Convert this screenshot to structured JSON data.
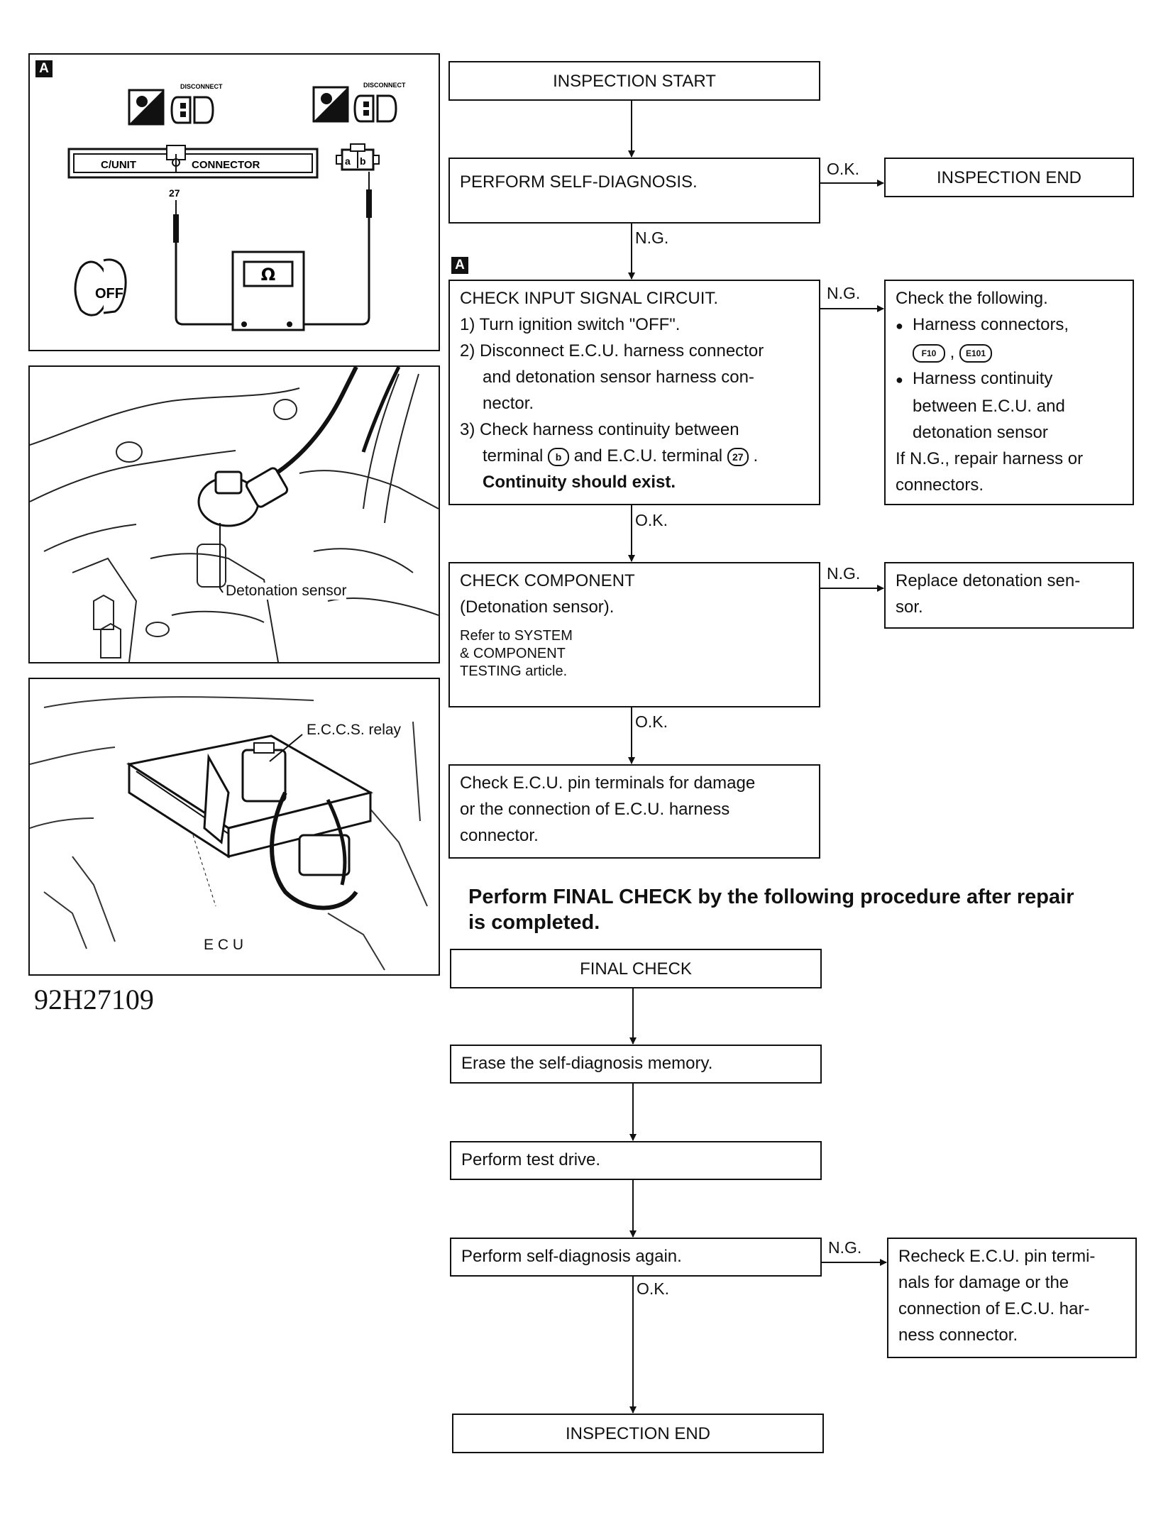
{
  "panel_a": {
    "marker": "A",
    "cunit_label": "C/UNIT",
    "connector_label": "CONNECTOR",
    "disconnect_label": "DISCONNECT",
    "terminal": "27",
    "plug_terms": [
      "a",
      "b"
    ],
    "meter_symbol": "Ω",
    "key_label": "OFF"
  },
  "panel_b": {
    "callout": "Detonation sensor"
  },
  "panel_c": {
    "callout_relay": "E.C.C.S. relay",
    "callout_ecu": "E C U"
  },
  "figure_id": "92H27109",
  "flow": {
    "start": "INSPECTION START",
    "self_diag": "PERFORM SELF-DIAGNOSIS.",
    "ok": "O.K.",
    "ng": "N.G.",
    "end_top": "INSPECTION END",
    "marker": "A",
    "check_input": {
      "title": "CHECK INPUT SIGNAL CIRCUIT.",
      "s1": "1) Turn ignition switch \"OFF\".",
      "s2a": "2) Disconnect E.C.U. harness connector",
      "s2b": "and detonation sensor harness con-",
      "s2c": "nector.",
      "s3a": "3) Check harness continuity between",
      "s3b_pre": "terminal",
      "s3b_term": "b",
      "s3b_mid": "and E.C.U. terminal",
      "s3b_num": "27",
      "s3b_post": ".",
      "s3c": "Continuity should exist."
    },
    "check_following": {
      "title": "Check the following.",
      "b1": "Harness connectors,",
      "conn1": "F10",
      "conn_sep": ",",
      "conn2": "E101",
      "b2a": "Harness continuity",
      "b2b": "between E.C.U. and",
      "b2c": "detonation sensor",
      "n1": "If N.G., repair harness or",
      "n2": "connectors."
    },
    "check_component": {
      "title": "CHECK COMPONENT",
      "sub": "(Detonation sensor).",
      "ref1": "Refer to SYSTEM",
      "ref2": "& COMPONENT",
      "ref3": "TESTING article."
    },
    "replace": {
      "l1": "Replace detonation sen-",
      "l2": "sor."
    },
    "check_ecu": {
      "l1": "Check E.C.U. pin terminals for damage",
      "l2": "or the connection of E.C.U. harness",
      "l3": "connector."
    },
    "final_heading_1": "Perform FINAL CHECK by the following procedure after repair",
    "final_heading_2": "is completed.",
    "final_check": "FINAL CHECK",
    "erase": "Erase the self-diagnosis memory.",
    "test_drive": "Perform test drive.",
    "self_diag_again": "Perform self-diagnosis again.",
    "recheck": {
      "l1": "Recheck E.C.U. pin termi-",
      "l2": "nals for damage or the",
      "l3": "connection of E.C.U. har-",
      "l4": "ness connector."
    },
    "end_bottom": "INSPECTION END"
  }
}
